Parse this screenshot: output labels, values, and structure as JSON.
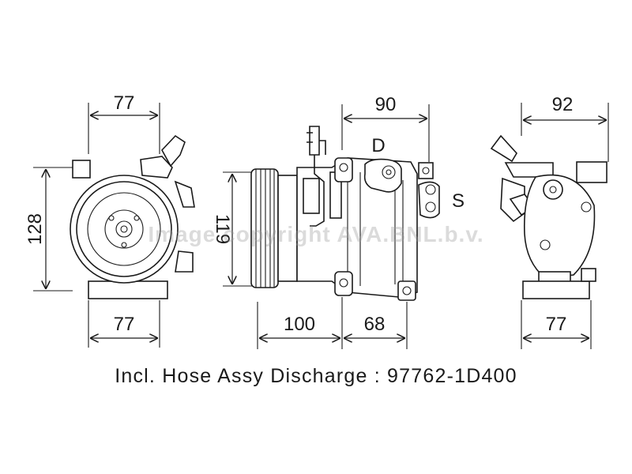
{
  "dimensions": {
    "front_view": {
      "width_top": "77",
      "width_bottom": "77",
      "height": "128"
    },
    "side_view": {
      "top": "90",
      "bottom_left": "100",
      "bottom_right": "68",
      "height": "119"
    },
    "rear_view": {
      "width_top": "92",
      "width_bottom": "77"
    }
  },
  "ports": {
    "discharge": "D",
    "suction": "S"
  },
  "watermark": "Image copyright AVA.BNL.b.v.",
  "caption": "Incl. Hose Assy Discharge : 97762-1D400"
}
